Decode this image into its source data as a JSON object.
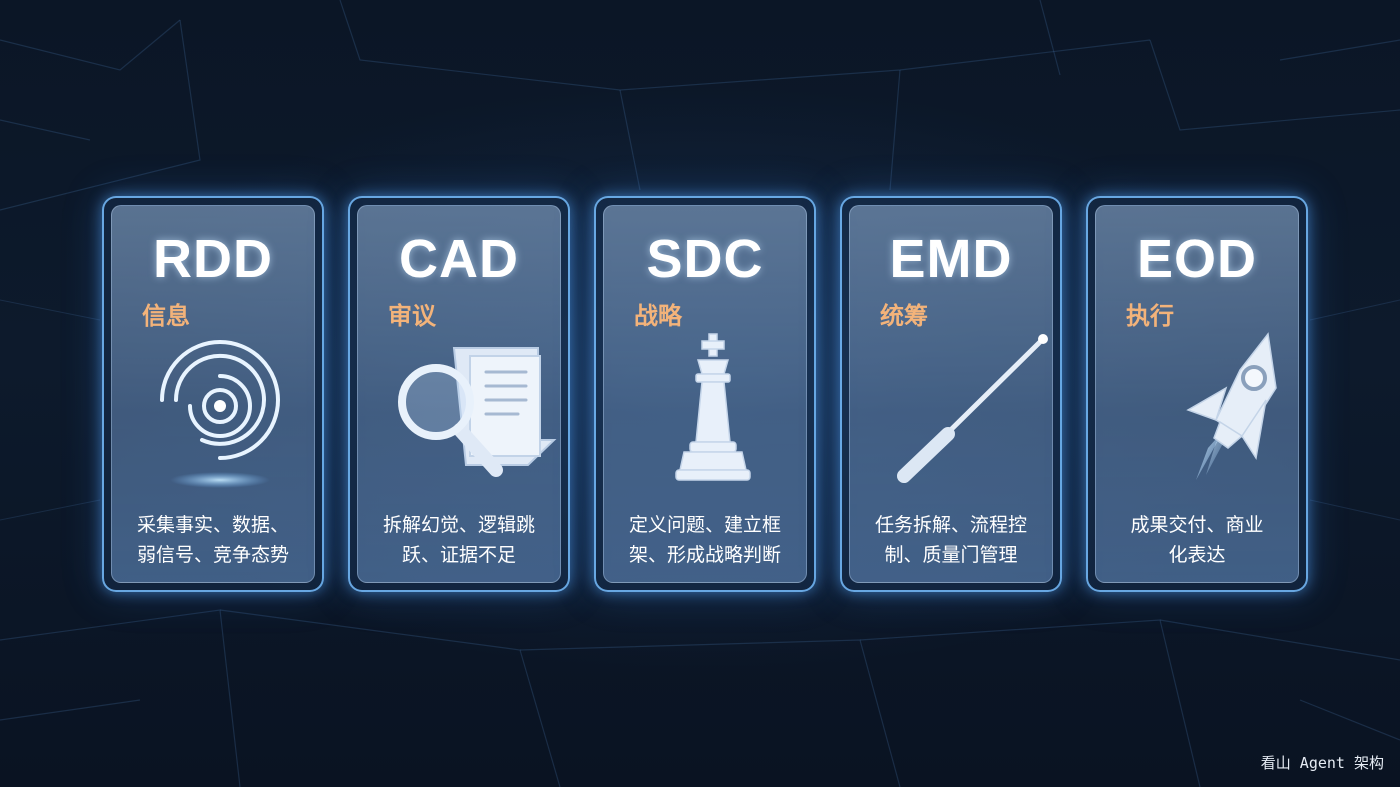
{
  "cards": [
    {
      "code": "RDD",
      "label": "信息",
      "icon": "radar-icon",
      "desc": [
        "采集事实、数据、",
        "弱信号、竞争态势"
      ]
    },
    {
      "code": "CAD",
      "label": "审议",
      "icon": "magnifier-document-icon",
      "desc": [
        "拆解幻觉、逻辑跳",
        "跃、证据不足"
      ]
    },
    {
      "code": "SDC",
      "label": "战略",
      "icon": "chess-king-icon",
      "desc": [
        "定义问题、建立框",
        "架、形成战略判断"
      ]
    },
    {
      "code": "EMD",
      "label": "统筹",
      "icon": "baton-icon",
      "desc": [
        "任务拆解、流程控",
        "制、质量门管理"
      ]
    },
    {
      "code": "EOD",
      "label": "执行",
      "icon": "rocket-icon",
      "desc": [
        "成果交付、商业",
        "化表达"
      ]
    }
  ],
  "footer": "看山 Agent 架构",
  "colors": {
    "background": "#0a1424",
    "card_border": "#78beff",
    "label": "#f3b37a",
    "text": "#ffffff"
  }
}
